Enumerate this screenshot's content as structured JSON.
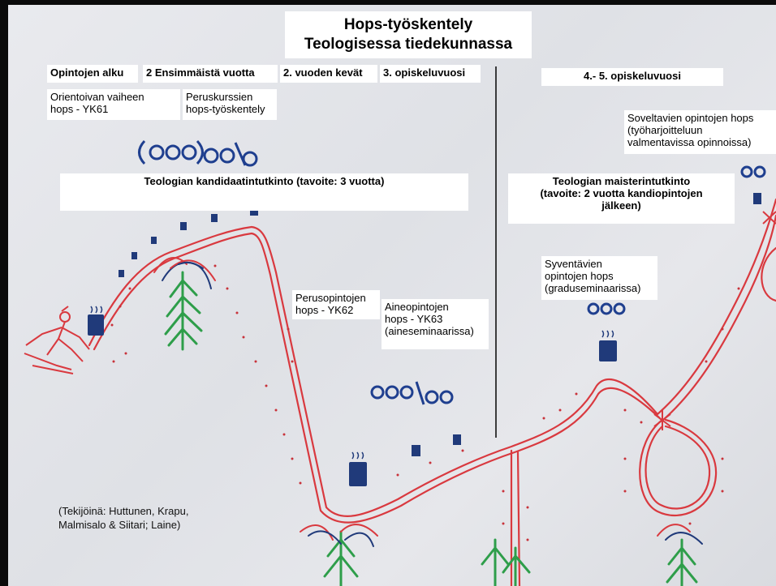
{
  "title_lines": "Hops-työskentely\nTeologisessa tiedekunnassa",
  "phases": {
    "opintojen_alku": "Opintojen alku",
    "ensimmaiset": "2 Ensimmäistä vuotta",
    "kevat": "2. vuoden kevät",
    "kolmas": "3. opiskeluvuosi",
    "nelja_viisi": "4.- 5. opiskeluvuosi"
  },
  "notes": {
    "orientoiva": "Orientoivan vaiheen\nhops - YK61",
    "peruskurssit": "Peruskurssien\nhops-työskentely",
    "kandidaatti": "Teologian kandidaatintutkinto (tavoite: 3 vuotta)",
    "perusopinnot": "Perusopintojen\nhops - YK62",
    "aineopinnot": "Aineopintojen\nhops - YK63\n(aineseminaarissa)",
    "soveltavat": "Soveltavien opintojen hops\n(työharjoitteluun\nvalmentavissa opinnoissa)",
    "maisteri": "Teologian maisterintutkinto\n(tavoite: 2 vuotta kandiopintojen\njälkeen)",
    "syventavat": "Syventävien\nopintojen hops\n(graduseminaarissa)"
  },
  "authors": "(Tekijöinä: Huttunen, Krapu,\nMalmisalo & Siitari; Laine)",
  "colors": {
    "trail": "#d9393f",
    "dots": "#c8323a",
    "clock": "#1f3f8f",
    "cup": "#203a7a",
    "tree": "#2e9e4a",
    "divider": "#111111"
  }
}
